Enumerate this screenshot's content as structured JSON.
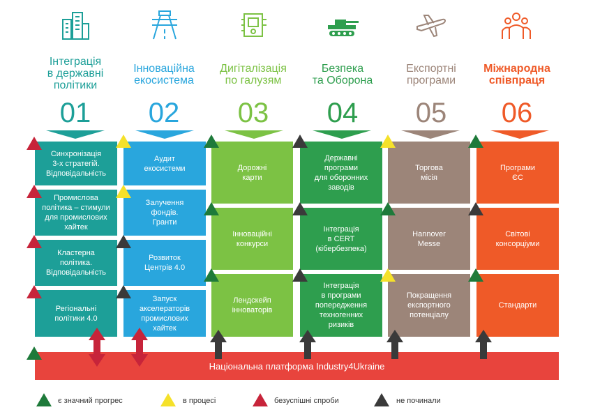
{
  "colors": {
    "teal": "#1d9f98",
    "blue": "#29a6dd",
    "green": "#7cc244",
    "darkgreen": "#2e9e4e",
    "taupe": "#9c8579",
    "orange": "#ef5a28",
    "red": "#e8443d",
    "progress": "#1e7a3a",
    "inprocess": "#f5e12a",
    "failed": "#c7243a",
    "notstarted": "#3a3a3a"
  },
  "columns": [
    {
      "num": "01",
      "title": "Інтеграція\nв державні\nполітики",
      "icon": "buildings-icon",
      "cells": [
        "Синхронізація\n3-х стратегій.\nВідповідальність",
        "Промислова\nполітика – стимули\nдля промислових\nхайтек",
        "Кластерна\nполітика.\nВідповідальність",
        "Регіональні\nполітики 4.0"
      ]
    },
    {
      "num": "02",
      "title": "Інноваційна\nекосистема",
      "icon": "road-icon",
      "cells": [
        "Аудит\nекосистеми",
        "Залучення\nфондів.\nГранти",
        "Розвиток\nЦентрів 4.0",
        "Запуск\nакселераторів\nпромислових\nхайтек"
      ]
    },
    {
      "num": "03",
      "title": "Дигіталізація\nпо галузям",
      "icon": "chip-icon",
      "cells": [
        "Дорожні\nкарти",
        "Інноваційні\nконкурси",
        "Лендскейп\nінноваторів"
      ]
    },
    {
      "num": "04",
      "title": "Безпека\nта Оборона",
      "icon": "tank-icon",
      "cells": [
        "Державні\nпрограми\nдля оборонних\nзаводів",
        "Інтеграція\nв CERT\n(кібербезпека)",
        "Інтеграція\nв програми\nпопередження\nтехногенних\nризиків"
      ]
    },
    {
      "num": "05",
      "title": "Експортні\nпрограми",
      "icon": "airplane-icon",
      "cells": [
        "Торгова\nмісія",
        "Hannover\nMesse",
        "Покращення\nекспортного\nпотенціалу"
      ]
    },
    {
      "num": "06",
      "title": "Міжнародна\nспівпраця",
      "icon": "people-icon",
      "cells": [
        "Програми\nЄС",
        "Світові\nконсорціуми",
        "Стандарти"
      ]
    }
  ],
  "platform_label": "Національна платформа Industry4Ukraine",
  "legend": [
    {
      "label": "є значний прогрес",
      "status": "progress"
    },
    {
      "label": "в процесі",
      "status": "inprocess"
    },
    {
      "label": "безуспішні спроби",
      "status": "failed"
    },
    {
      "label": "не починали",
      "status": "notstarted"
    }
  ]
}
